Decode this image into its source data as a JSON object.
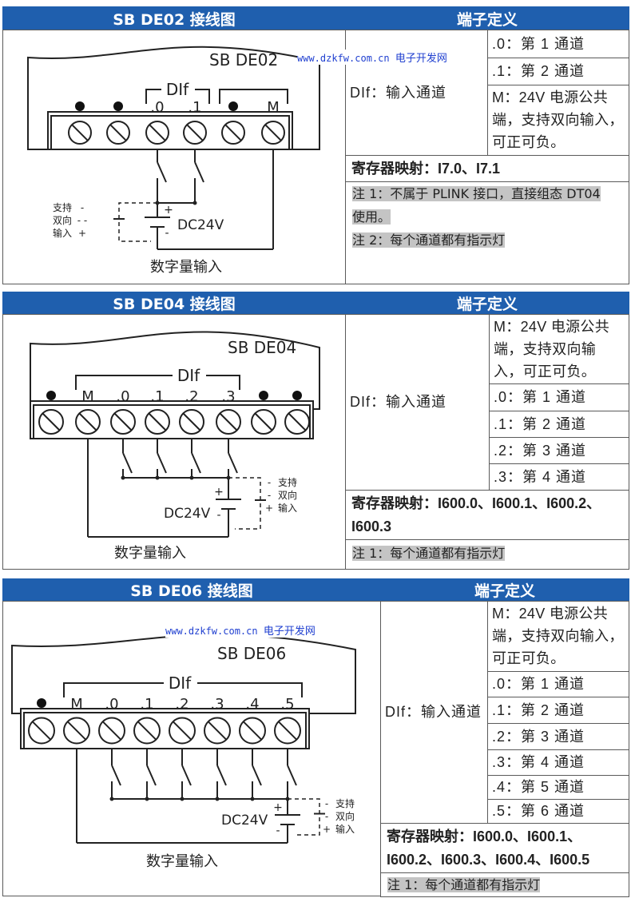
{
  "tables": [
    {
      "header_left": "SB DE02 接线图",
      "header_right": "端子定义",
      "group_def": "DIf：输入通道",
      "rows": [
        ".0：第 1 通道",
        ".1：第 2 通道",
        "M：24V 电源公共端，支持双向输入，可正可负。"
      ],
      "register": "寄存器映射：I7.0、I7.1",
      "notes": [
        "注 1：不属于 PLINK 接口，直接组态 DT04",
        "使用。",
        "注 2：每个通道都有指示灯"
      ]
    },
    {
      "header_left": "SB DE04 接线图",
      "header_right": "端子定义",
      "group_def": "DIf：输入通道",
      "rows": [
        "M：24V 电源公共端，支持双向输入，可正可负。",
        ".0：第 1 通道",
        ".1：第 2 通道",
        ".2：第 3 通道",
        ".3：第 4 通道"
      ],
      "register": "寄存器映射：I600.0、I600.1、I600.2、I600.3",
      "notes": [
        "注 1：每个通道都有指示灯"
      ]
    },
    {
      "header_left": "SB DE06 接线图",
      "header_right": "端子定义",
      "group_def": "DIf：输入通道",
      "rows": [
        "M：24V 电源公共端，支持双向输入，可正可负。",
        ".0：第 1 通道",
        ".1：第 2 通道",
        ".2：第 3 通道",
        ".3：第 4 通道",
        ".4：第 5 通道",
        ".5：第 6 通道"
      ],
      "register": "寄存器映射：I600.0、I600.1、I600.2、I600.3、I600.4、I600.5",
      "notes": [
        "注 1：每个通道都有指示灯"
      ]
    }
  ],
  "diagrams": [
    {
      "title": "SB DE02",
      "terminals": [
        "●",
        "●",
        ".0",
        ".1",
        "●",
        "M"
      ],
      "group_label": "DIf",
      "supply": "DC24V",
      "plus": "+",
      "minus": "-",
      "side_label": [
        "支持",
        "双向",
        "输入"
      ],
      "caption": "数字量输入"
    },
    {
      "title": "SB DE04",
      "terminals": [
        "●",
        "M",
        ".0",
        ".1",
        ".2",
        ".3",
        "●",
        "●"
      ],
      "group_label": "DIf",
      "supply": "DC24V",
      "plus": "+",
      "minus": "-",
      "side_label": [
        "支持",
        "双向",
        "输入"
      ],
      "caption": "数字量输入"
    },
    {
      "title": "SB DE06",
      "terminals": [
        "●",
        "M",
        ".0",
        ".1",
        ".2",
        ".3",
        ".4",
        ".5"
      ],
      "group_label": "DIf",
      "supply": "DC24V",
      "plus": "+",
      "minus": "-",
      "side_label": [
        "支持",
        "双向",
        "输入"
      ],
      "caption": "数字量输入"
    }
  ],
  "watermark": {
    "url": "www.dzkfw.com.cn",
    "name": "电子开发网"
  }
}
